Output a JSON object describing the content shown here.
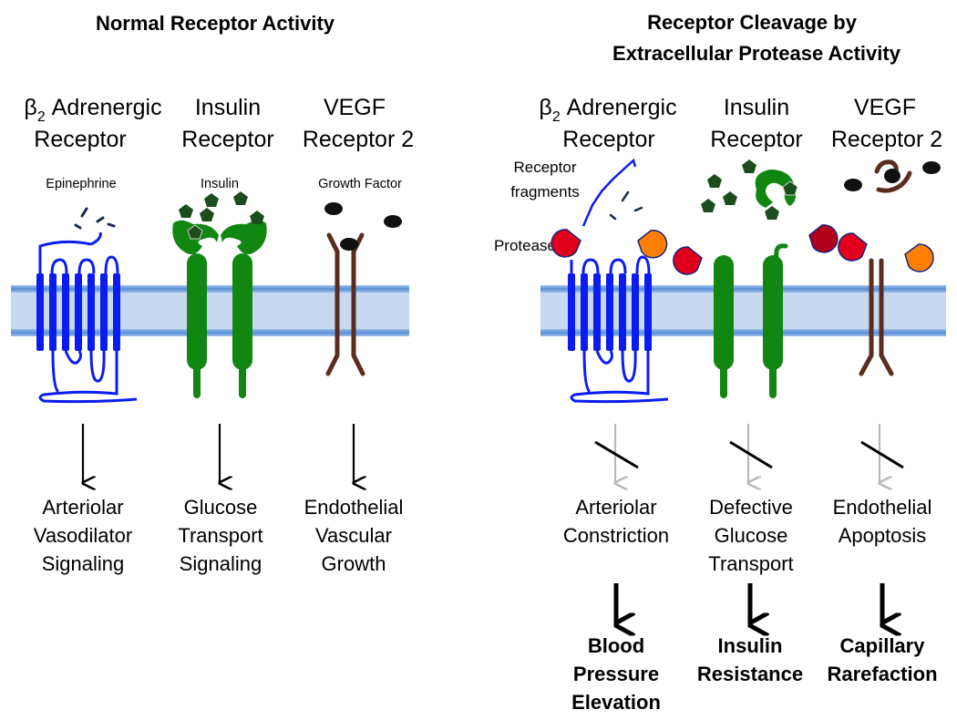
{
  "left_panel": {
    "title": "Normal Receptor Activity",
    "receptors": [
      {
        "greek": "β",
        "sub": "2",
        "line1": " Adrenergic",
        "line2": "Receptor",
        "ligand": "Epinephrine",
        "outcome": [
          "Arteriolar",
          "Vasodilator",
          "Signaling"
        ]
      },
      {
        "line1": "Insulin",
        "line2": "Receptor",
        "ligand": "Insulin",
        "outcome": [
          "Glucose",
          "Transport",
          "Signaling"
        ]
      },
      {
        "line1": "VEGF",
        "line2": "Receptor 2",
        "ligand": "Growth Factor",
        "outcome": [
          "Endothelial",
          "Vascular",
          "Growth"
        ]
      }
    ]
  },
  "right_panel": {
    "title_line1": "Receptor Cleavage by",
    "title_line2": "Extracellular Protease Activity",
    "fragments_label_1": "Receptor",
    "fragments_label_2": "fragments",
    "protease_label": "Protease",
    "receptors": [
      {
        "greek": "β",
        "sub": "2",
        "line1": " Adrenergic",
        "line2": "Receptor",
        "outcome": [
          "Arteriolar",
          "Constriction"
        ],
        "result": [
          "Blood",
          "Pressure",
          "Elevation"
        ]
      },
      {
        "line1": "Insulin",
        "line2": "Receptor",
        "outcome": [
          "Defective",
          "Glucose",
          "Transport"
        ],
        "result": [
          "Insulin",
          "Resistance"
        ]
      },
      {
        "line1": "VEGF",
        "line2": "Receptor 2",
        "outcome": [
          "Endothelial",
          "Apoptosis"
        ],
        "result": [
          "Capillary",
          "Rarefaction"
        ]
      }
    ]
  },
  "colors": {
    "membrane_fill": "#c6d9f1",
    "membrane_edge": "#6b9bd8",
    "adrenergic": "#0a1cf0",
    "insulin_receptor": "#118611",
    "insulin_ligand": "#1d4d1d",
    "vegf_receptor": "#5b2c20",
    "growth_factor": "#111111",
    "protease_red": "#e0001c",
    "protease_orange": "#ff7f00",
    "protease_darkred": "#b3001c",
    "blocked_arrow": "#b8b8b8"
  }
}
